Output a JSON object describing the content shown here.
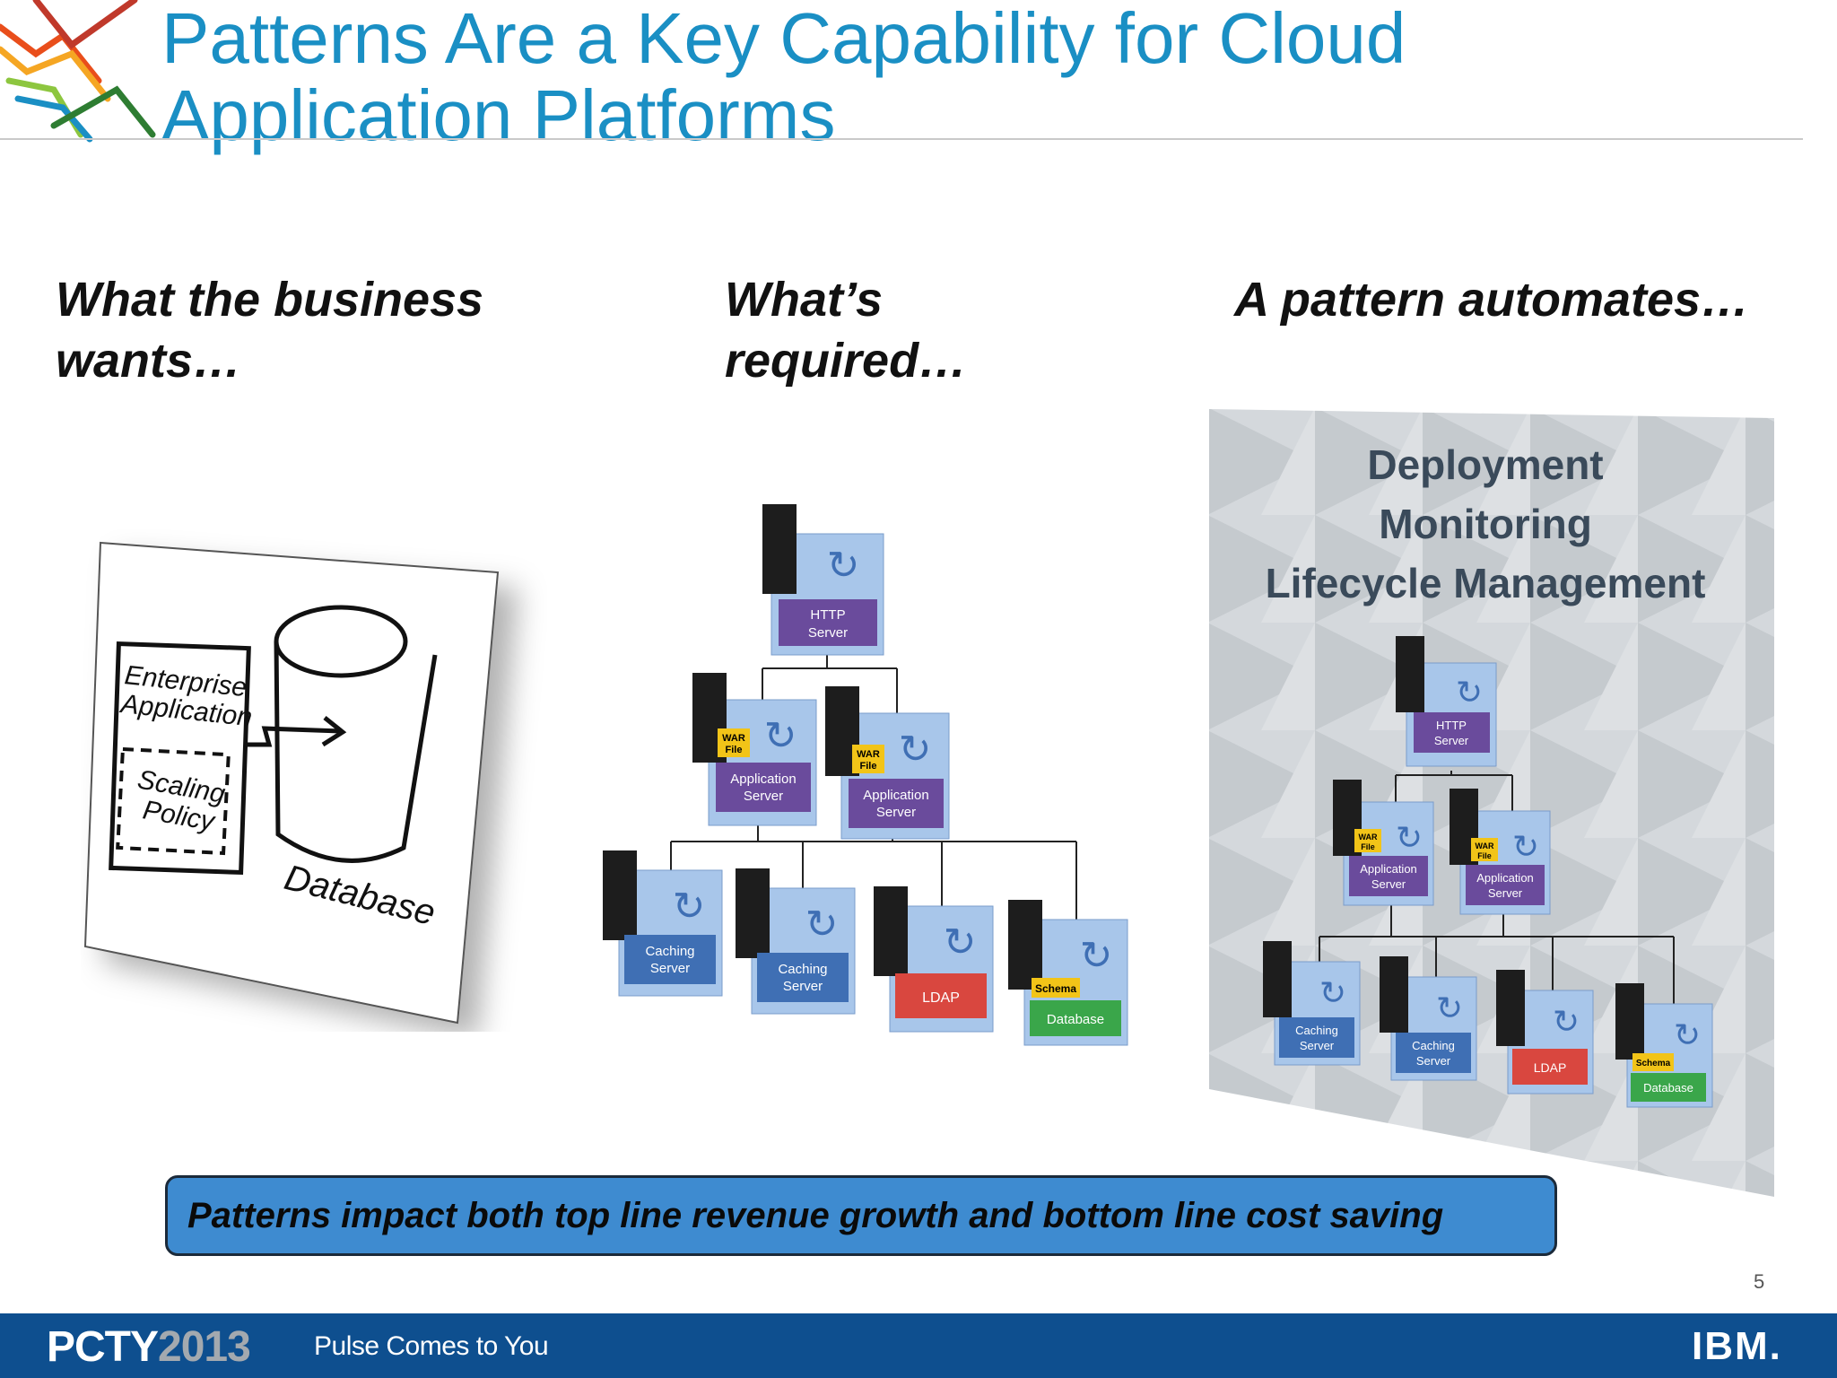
{
  "slide": {
    "title_line1": "Patterns Are a Key Capability for Cloud",
    "title_line2": "Application Platforms"
  },
  "columns": [
    {
      "head_line1": "What the business",
      "head_line2": "wants…"
    },
    {
      "head_line1": "What’s",
      "head_line2": "required…"
    },
    {
      "head_line1": "A pattern automates…",
      "head_line2": ""
    }
  ],
  "sketch": {
    "enterprise_line1": "Enterprise",
    "enterprise_line2": "Application",
    "scaling_line1": "Scaling",
    "scaling_line2": "Policy",
    "database": "Database"
  },
  "topology": {
    "http": [
      "HTTP",
      "Server"
    ],
    "app": [
      "Application",
      "Server"
    ],
    "war": [
      "WAR",
      "File"
    ],
    "caching": [
      "Caching",
      "Server"
    ],
    "ldap": "LDAP",
    "schema": "Schema",
    "database": "Database"
  },
  "automates": {
    "lines": [
      "Deployment",
      "Monitoring",
      "Lifecycle Management"
    ]
  },
  "callout": "Patterns impact both top line revenue growth and bottom line cost saving",
  "page_number": "5",
  "footer": {
    "brand_a": "PCTY",
    "brand_b": "2013",
    "tagline": "Pulse Comes to You",
    "company": "IBM."
  },
  "colors": {
    "title_blue": "#1a8fc4",
    "footer_blue": "#0e4f8f",
    "callout_blue": "#3e8bd0",
    "node_purple": "#6a4b9c",
    "node_blue": "#3f6fb4",
    "node_red": "#d9473f",
    "node_green": "#3aa64a",
    "badge_yellow": "#f2c418"
  },
  "icons": [
    "server-tower-icon",
    "refresh-icon",
    "cylinder-database-icon",
    "corner-logo-icon"
  ]
}
